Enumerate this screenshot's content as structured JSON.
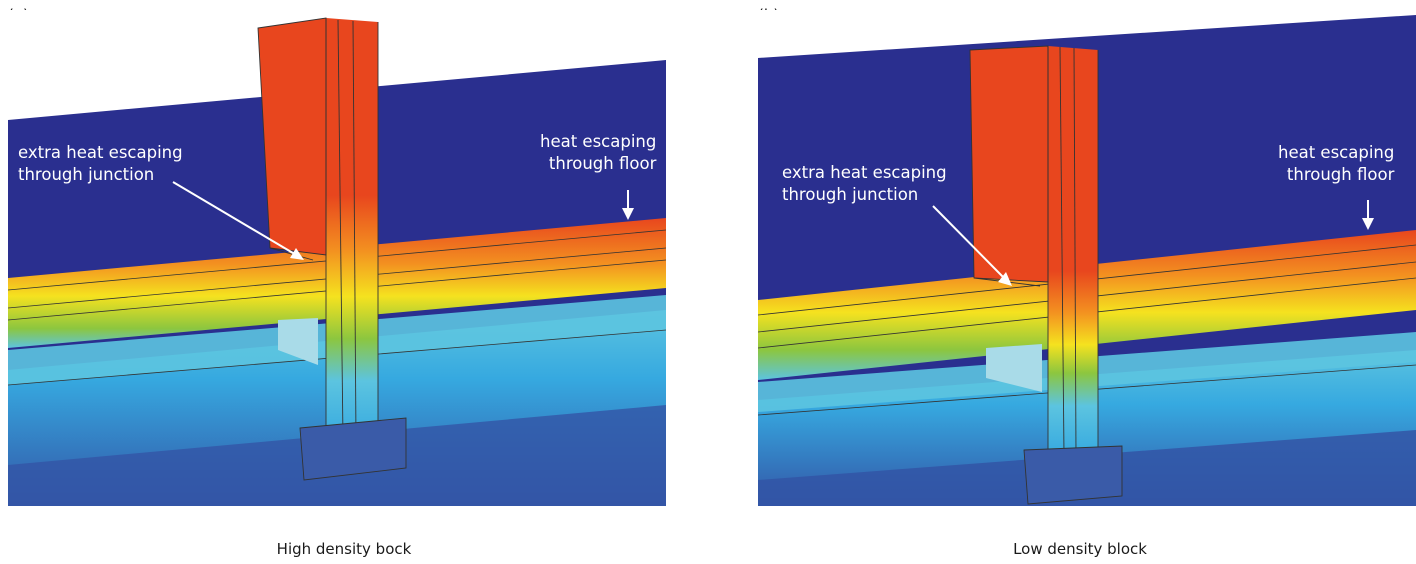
{
  "panels": [
    {
      "letter": "(a)",
      "junction_label": [
        "extra heat escaping",
        "through junction"
      ],
      "floor_label": [
        "heat escaping",
        "through floor"
      ],
      "caption": "High density bock"
    },
    {
      "letter": "(b)",
      "junction_label": [
        "extra heat escaping",
        "through junction"
      ],
      "floor_label": [
        "heat escaping",
        "through floor"
      ],
      "caption": "Low density block"
    }
  ],
  "colors": {
    "background_blue": "#2a2f8f",
    "deep_blue": "#3355a6",
    "light_blue": "#36a9e0",
    "cyan": "#5cc4e0",
    "green": "#8cc63f",
    "yellow": "#f5e21f",
    "orange": "#f39020",
    "red": "#e8461e"
  },
  "legend": "extra heat escaping through junction; heat escaping through floor"
}
